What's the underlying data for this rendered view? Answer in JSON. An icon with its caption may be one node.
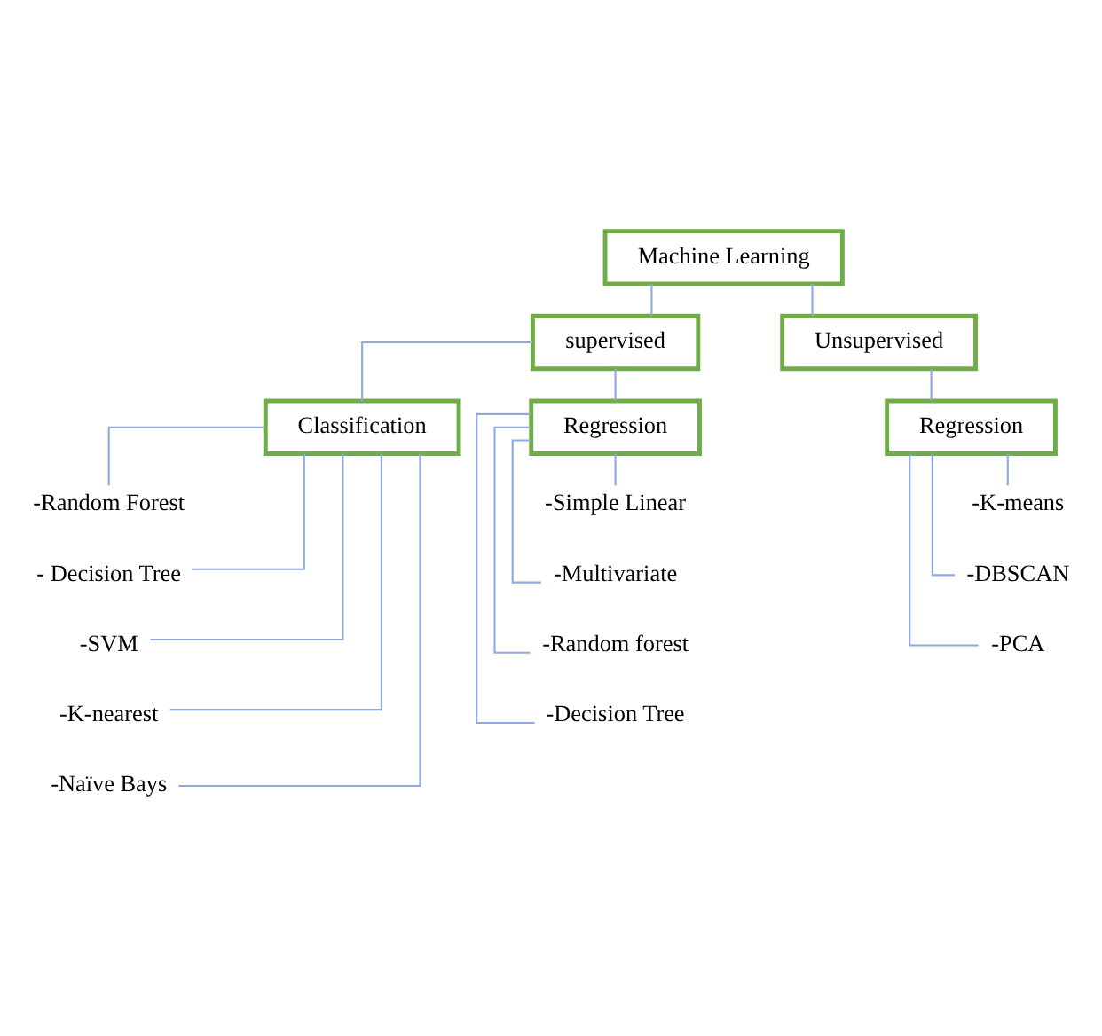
{
  "diagram": {
    "nodes": [
      {
        "text": [
          "Machine Learning"
        ]
      },
      {
        "text": [
          "supervised"
        ]
      },
      {
        "text": [
          "Unsupervised"
        ]
      },
      {
        "text": [
          "Classification"
        ]
      },
      {
        "text": [
          "Regression"
        ]
      },
      {
        "text": [
          "Regression"
        ]
      },
      {
        "text": [
          "-Random Forest"
        ]
      },
      {
        "text": [
          "- Decision Tree"
        ]
      },
      {
        "text": [
          "-SVM"
        ]
      },
      {
        "text": [
          "-K-nearest"
        ]
      },
      {
        "text": [
          "-Naïve Bays"
        ]
      },
      {
        "text": [
          "-Simple Linear"
        ]
      },
      {
        "text": [
          "-Multivariate"
        ]
      },
      {
        "text": [
          "-Random forest"
        ]
      },
      {
        "text": [
          "-Decision Tree"
        ]
      },
      {
        "text": [
          "-K-means"
        ]
      },
      {
        "text": [
          "-DBSCAN"
        ]
      },
      {
        "text": [
          "-PCA"
        ]
      }
    ],
    "edges": [
      {
        "from": 0,
        "to": 1,
        "arrow": "none"
      },
      {
        "from": 0,
        "to": 2,
        "arrow": "none"
      },
      {
        "from": 1,
        "to": 3,
        "arrow": "none"
      },
      {
        "from": 1,
        "to": 4,
        "arrow": "none"
      },
      {
        "from": 2,
        "to": 5,
        "arrow": "none"
      },
      {
        "from": 3,
        "to": 6,
        "arrow": "none"
      },
      {
        "from": 3,
        "to": 7,
        "arrow": "none"
      },
      {
        "from": 3,
        "to": 8,
        "arrow": "none"
      },
      {
        "from": 3,
        "to": 9,
        "arrow": "none"
      },
      {
        "from": 3,
        "to": 10,
        "arrow": "none"
      },
      {
        "from": 4,
        "to": 11,
        "arrow": "none"
      },
      {
        "from": 4,
        "to": 12,
        "arrow": "none"
      },
      {
        "from": 4,
        "to": 13,
        "arrow": "none"
      },
      {
        "from": 4,
        "to": 14,
        "arrow": "none"
      },
      {
        "from": 5,
        "to": 15,
        "arrow": "none"
      },
      {
        "from": 5,
        "to": 16,
        "arrow": "none"
      },
      {
        "from": 5,
        "to": 17,
        "arrow": "none"
      }
    ]
  }
}
